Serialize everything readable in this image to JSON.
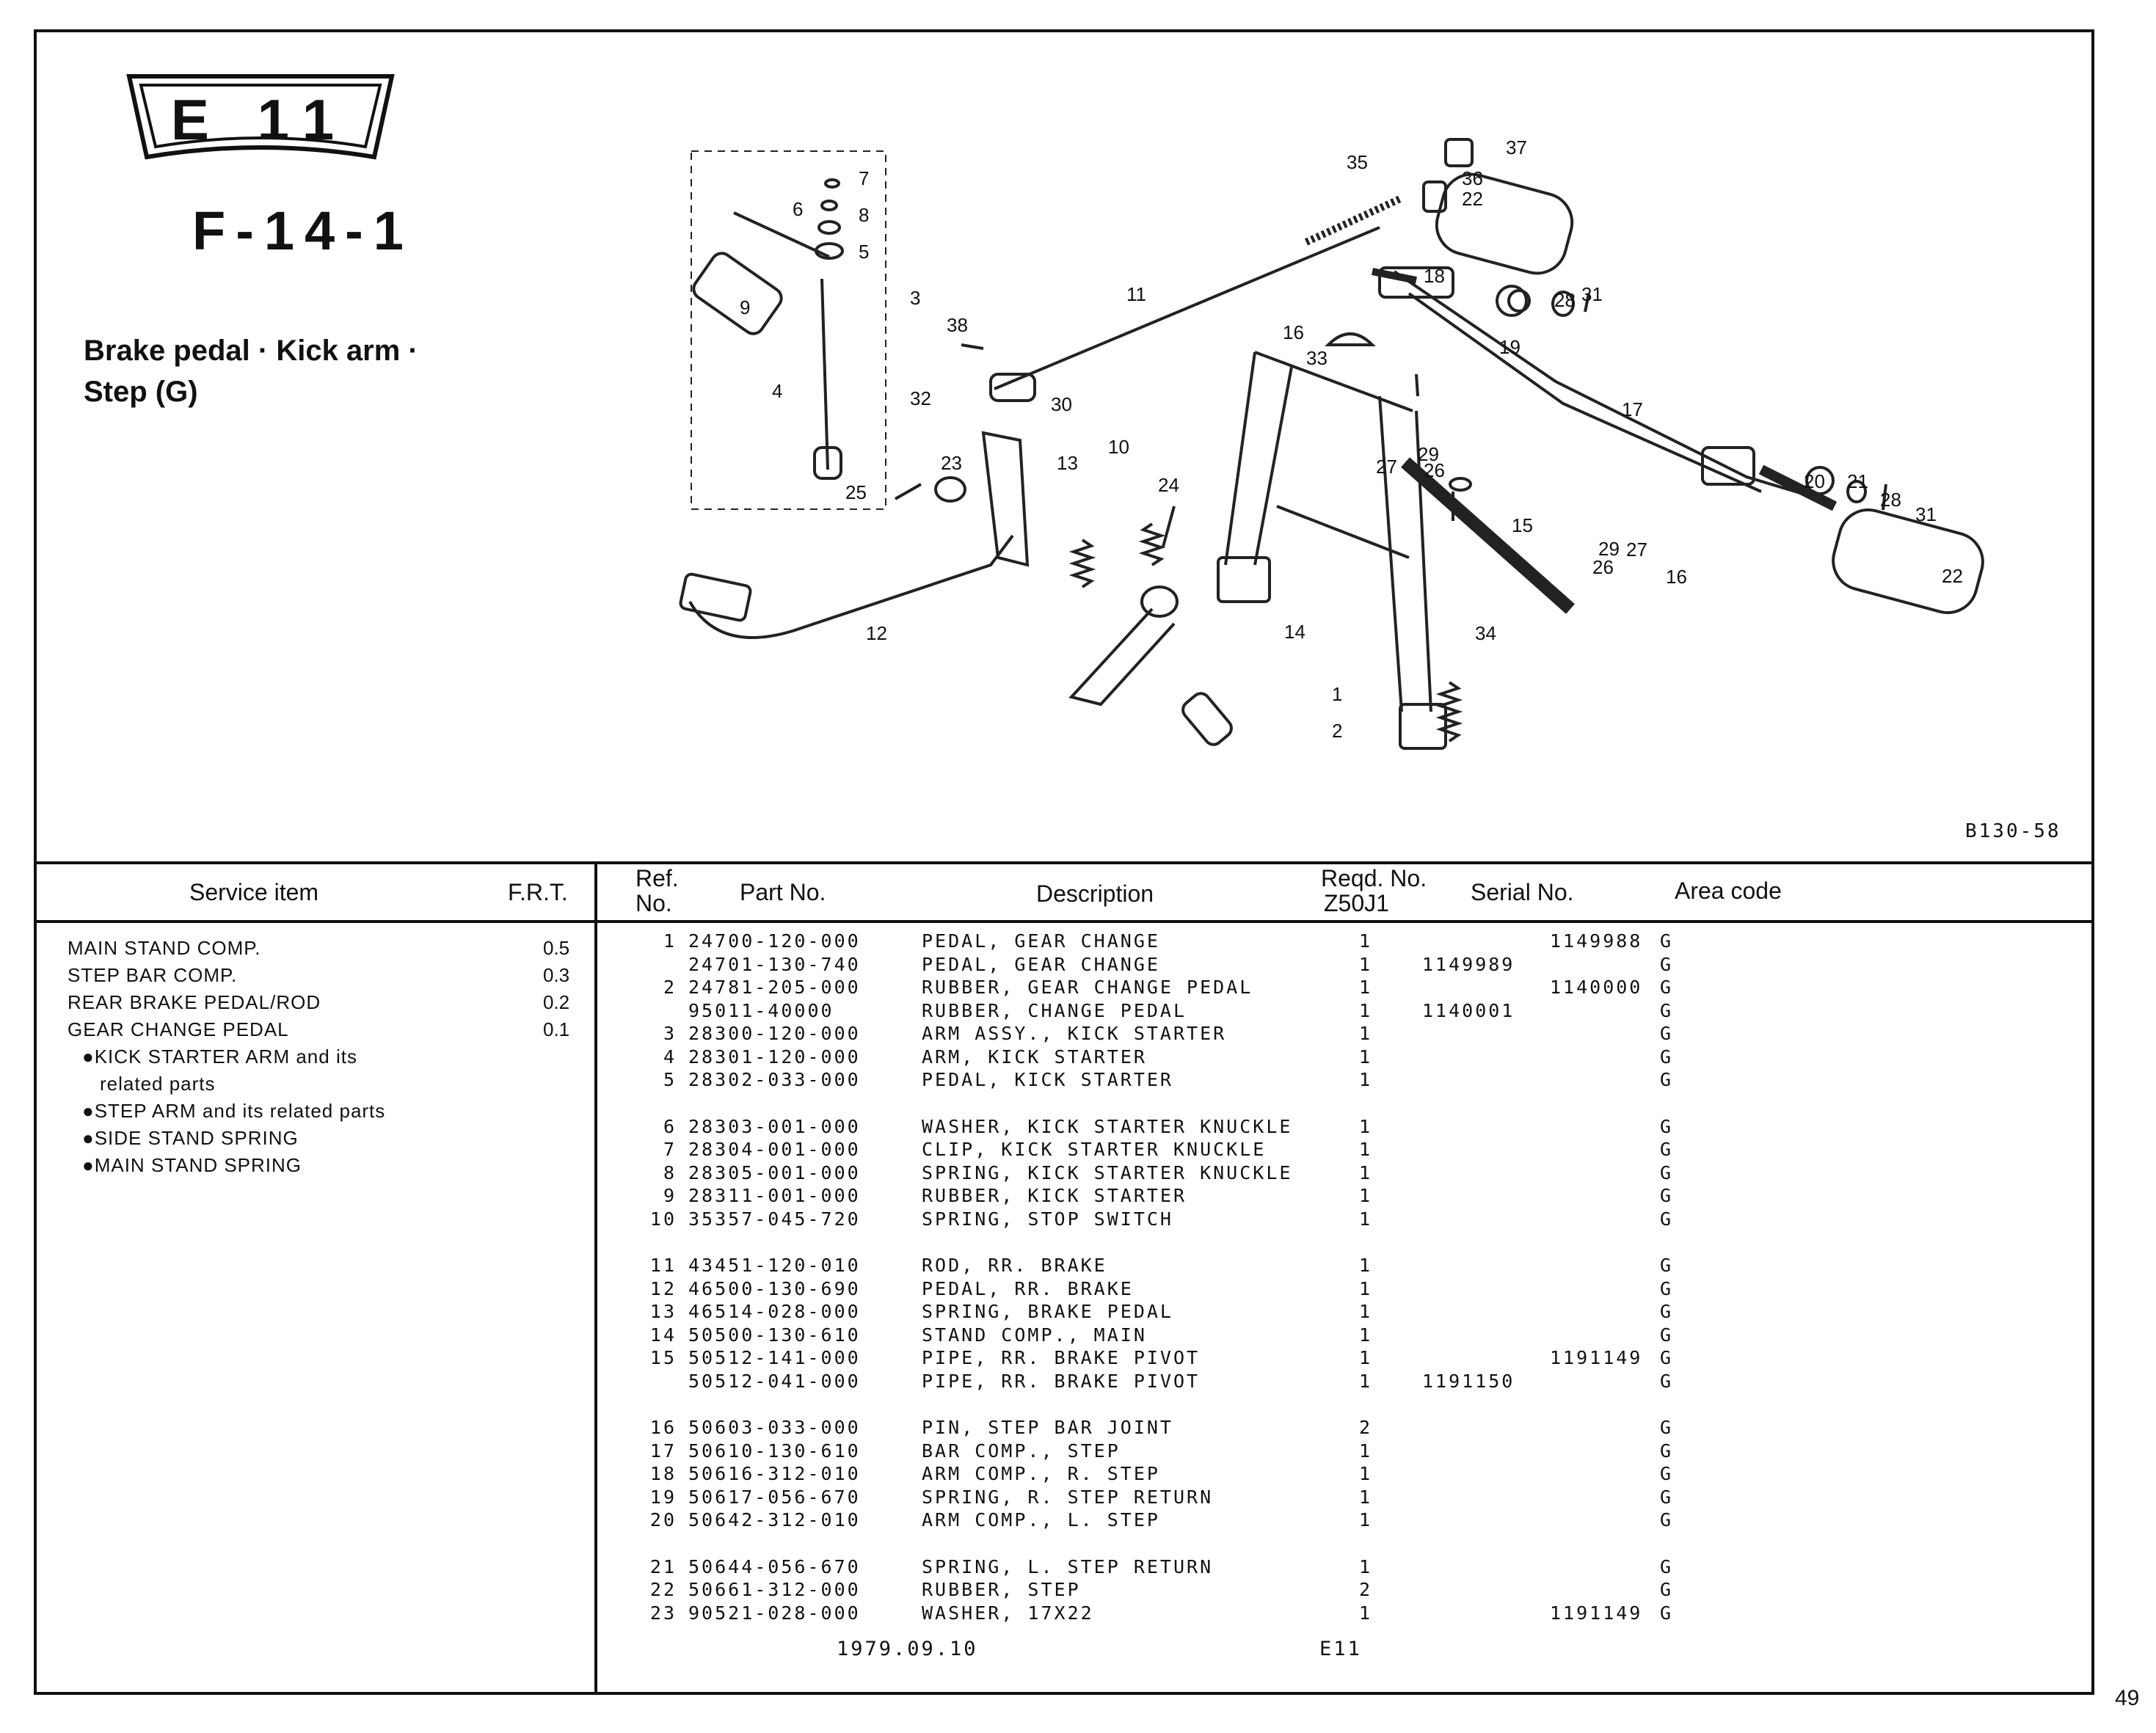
{
  "header": {
    "badge": "E 11",
    "figure_code": "F-14-1",
    "title_line1": "Brake pedal · Kick arm ·",
    "title_line2": "Step (G)",
    "diagram_code": "B130-58"
  },
  "callouts": [
    "1",
    "2",
    "3",
    "4",
    "5",
    "6",
    "7",
    "8",
    "9",
    "10",
    "11",
    "12",
    "13",
    "14",
    "15",
    "16",
    "16",
    "17",
    "18",
    "19",
    "20",
    "21",
    "22",
    "22",
    "23",
    "24",
    "25",
    "26",
    "26",
    "27",
    "27",
    "28",
    "28",
    "29",
    "29",
    "30",
    "31",
    "31",
    "32",
    "33",
    "34",
    "35",
    "36",
    "37",
    "38"
  ],
  "service_header": {
    "item": "Service item",
    "frt": "F.R.T."
  },
  "service_items": [
    {
      "label": "MAIN STAND COMP.",
      "frt": "0.5"
    },
    {
      "label": "STEP BAR COMP.",
      "frt": "0.3"
    },
    {
      "label": "REAR BRAKE PEDAL/ROD",
      "frt": "0.2"
    },
    {
      "label": "GEAR CHANGE PEDAL",
      "frt": "0.1"
    },
    {
      "label": "●KICK STARTER ARM and its",
      "frt": ""
    },
    {
      "label": "related parts",
      "frt": ""
    },
    {
      "label": "●STEP ARM and its related parts",
      "frt": ""
    },
    {
      "label": "●SIDE STAND SPRING",
      "frt": ""
    },
    {
      "label": "●MAIN STAND SPRING",
      "frt": ""
    }
  ],
  "parts_header": {
    "ref": "Ref.",
    "ref2": "No.",
    "part": "Part No.",
    "desc": "Description",
    "reqd": "Reqd. No.",
    "model": "Z50J1",
    "serial": "Serial No.",
    "area": "Area code"
  },
  "parts": [
    {
      "ref": "1",
      "part": "24700-120-000",
      "desc": "PEDAL, GEAR CHANGE",
      "qty": "1",
      "from": "",
      "to": "1149988",
      "area": "G"
    },
    {
      "ref": "",
      "part": "24701-130-740",
      "desc": "PEDAL, GEAR CHANGE",
      "qty": "1",
      "from": "1149989",
      "to": "",
      "area": "G"
    },
    {
      "ref": "2",
      "part": "24781-205-000",
      "desc": "RUBBER, GEAR CHANGE PEDAL",
      "qty": "1",
      "from": "",
      "to": "1140000",
      "area": "G"
    },
    {
      "ref": "",
      "part": "95011-40000",
      "desc": "RUBBER, CHANGE PEDAL",
      "qty": "1",
      "from": "1140001",
      "to": "",
      "area": "G"
    },
    {
      "ref": "3",
      "part": "28300-120-000",
      "desc": "ARM ASSY., KICK STARTER",
      "qty": "1",
      "from": "",
      "to": "",
      "area": "G"
    },
    {
      "ref": "4",
      "part": "28301-120-000",
      "desc": "ARM, KICK STARTER",
      "qty": "1",
      "from": "",
      "to": "",
      "area": "G"
    },
    {
      "ref": "5",
      "part": "28302-033-000",
      "desc": "PEDAL, KICK STARTER",
      "qty": "1",
      "from": "",
      "to": "",
      "area": "G"
    },
    {
      "ref": "6",
      "part": "28303-001-000",
      "desc": "WASHER, KICK STARTER KNUCKLE",
      "qty": "1",
      "from": "",
      "to": "",
      "area": "G"
    },
    {
      "ref": "7",
      "part": "28304-001-000",
      "desc": "CLIP, KICK STARTER KNUCKLE",
      "qty": "1",
      "from": "",
      "to": "",
      "area": "G"
    },
    {
      "ref": "8",
      "part": "28305-001-000",
      "desc": "SPRING, KICK STARTER KNUCKLE",
      "qty": "1",
      "from": "",
      "to": "",
      "area": "G"
    },
    {
      "ref": "9",
      "part": "28311-001-000",
      "desc": "RUBBER, KICK STARTER",
      "qty": "1",
      "from": "",
      "to": "",
      "area": "G"
    },
    {
      "ref": "10",
      "part": "35357-045-720",
      "desc": "SPRING, STOP SWITCH",
      "qty": "1",
      "from": "",
      "to": "",
      "area": "G"
    },
    {
      "ref": "11",
      "part": "43451-120-010",
      "desc": "ROD, RR. BRAKE",
      "qty": "1",
      "from": "",
      "to": "",
      "area": "G"
    },
    {
      "ref": "12",
      "part": "46500-130-690",
      "desc": "PEDAL, RR. BRAKE",
      "qty": "1",
      "from": "",
      "to": "",
      "area": "G"
    },
    {
      "ref": "13",
      "part": "46514-028-000",
      "desc": "SPRING, BRAKE PEDAL",
      "qty": "1",
      "from": "",
      "to": "",
      "area": "G"
    },
    {
      "ref": "14",
      "part": "50500-130-610",
      "desc": "STAND COMP., MAIN",
      "qty": "1",
      "from": "",
      "to": "",
      "area": "G"
    },
    {
      "ref": "15",
      "part": "50512-141-000",
      "desc": "PIPE, RR. BRAKE PIVOT",
      "qty": "1",
      "from": "",
      "to": "1191149",
      "area": "G"
    },
    {
      "ref": "",
      "part": "50512-041-000",
      "desc": "PIPE, RR. BRAKE PIVOT",
      "qty": "1",
      "from": "1191150",
      "to": "",
      "area": "G"
    },
    {
      "ref": "16",
      "part": "50603-033-000",
      "desc": "PIN, STEP BAR JOINT",
      "qty": "2",
      "from": "",
      "to": "",
      "area": "G"
    },
    {
      "ref": "17",
      "part": "50610-130-610",
      "desc": "BAR COMP., STEP",
      "qty": "1",
      "from": "",
      "to": "",
      "area": "G"
    },
    {
      "ref": "18",
      "part": "50616-312-010",
      "desc": "ARM COMP., R. STEP",
      "qty": "1",
      "from": "",
      "to": "",
      "area": "G"
    },
    {
      "ref": "19",
      "part": "50617-056-670",
      "desc": "SPRING, R. STEP RETURN",
      "qty": "1",
      "from": "",
      "to": "",
      "area": "G"
    },
    {
      "ref": "20",
      "part": "50642-312-010",
      "desc": "ARM COMP., L. STEP",
      "qty": "1",
      "from": "",
      "to": "",
      "area": "G"
    },
    {
      "ref": "21",
      "part": "50644-056-670",
      "desc": "SPRING, L. STEP RETURN",
      "qty": "1",
      "from": "",
      "to": "",
      "area": "G"
    },
    {
      "ref": "22",
      "part": "50661-312-000",
      "desc": "RUBBER, STEP",
      "qty": "2",
      "from": "",
      "to": "",
      "area": "G"
    },
    {
      "ref": "23",
      "part": "90521-028-000",
      "desc": "WASHER, 17X22",
      "qty": "1",
      "from": "",
      "to": "1191149",
      "area": "G"
    }
  ],
  "footer": {
    "date": "1979.09.10",
    "section": "E11"
  },
  "page_number": "49"
}
